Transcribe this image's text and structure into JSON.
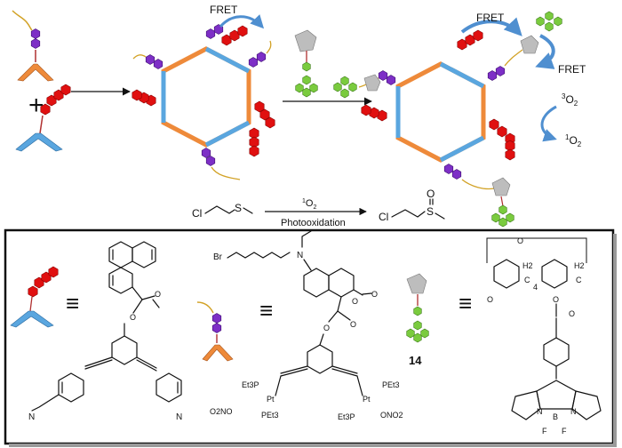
{
  "labels": {
    "fret_left": "FRET",
    "fret_right_top": "FRET",
    "fret_right_mid": "FRET",
    "triplet_o2_sup": "3",
    "triplet_o2": "O",
    "triplet_o2_sub": "2",
    "singlet_o2_sup": "1",
    "singlet_o2": "O",
    "singlet_o2_sub": "2",
    "reagent_sup": "1",
    "reagent": "O",
    "reagent_sub": "2",
    "process": "Photooxidation",
    "reactant_cl": "Cl",
    "reactant_s": "S",
    "product_cl": "Cl",
    "product_s": "S",
    "product_o": "O",
    "compound_number": "14",
    "equiv_symbol": "≡",
    "repeat_sub": "4"
  },
  "colors": {
    "red": "#e01010",
    "purple": "#7d2fc6",
    "orange": "#ee8a3a",
    "blue": "#5aa6df",
    "green": "#7acb3e",
    "gray": "#bdbdbd",
    "linker": "#d2a226",
    "fret_arrow": "#4f8fd0"
  },
  "chem": {
    "br": "Br",
    "n": "N",
    "o": "O",
    "pt": "Pt",
    "pet3": "PEt3",
    "et3p": "Et3P",
    "ono2": "ONO2",
    "o2no": "O2NO",
    "h2": "H2",
    "c": "C",
    "b": "B",
    "f": "F"
  }
}
